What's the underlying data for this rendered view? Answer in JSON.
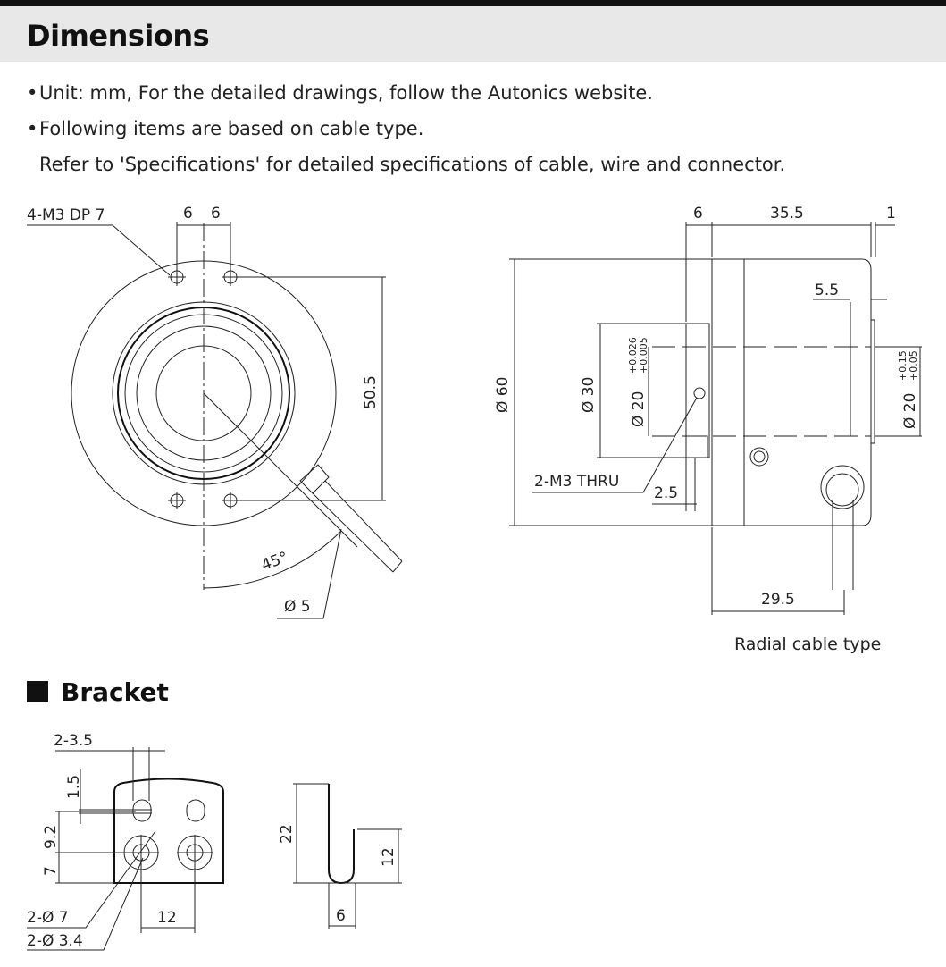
{
  "header": {
    "title": "Dimensions"
  },
  "notes": [
    "Unit: mm, For the detailed drawings, follow the Autonics website.",
    "Following items are based on cable type.",
    "Refer to 'Specifications' for detailed specifications of cable, wire and connector."
  ],
  "bullet": "•",
  "front_view": {
    "holes_label": "4-M3 DP 7",
    "dim_6a": "6",
    "dim_6b": "6",
    "dim_50_5": "50.5",
    "angle": "45°",
    "cable_dia": "Ø 5"
  },
  "side_view": {
    "dim_6": "6",
    "dim_35_5": "35.5",
    "dim_1": "1",
    "dim_5_5": "5.5",
    "dia_60": "Ø 60",
    "dia_30": "Ø 30",
    "dia_20_shaft": "Ø 20",
    "tol_shaft_upper": "+0.026",
    "tol_shaft_lower": "+0.005",
    "dia_20_rear": "Ø 20",
    "tol_rear_upper": "+0.15",
    "tol_rear_lower": "+0.05",
    "thru_label": "2-M3 THRU",
    "dim_2_5": "2.5",
    "dim_29_5": "29.5",
    "caption": "Radial cable type"
  },
  "bracket": {
    "title": "Bracket",
    "slot": "2-3.5",
    "dim_1_5": "1.5",
    "dim_9_2": "9.2",
    "dim_7": "7",
    "dia_7": "2-Ø 7",
    "dia_3_4": "2-Ø 3.4",
    "dim_12": "12",
    "dim_22": "22",
    "dim_12_side": "12",
    "dim_6": "6"
  }
}
